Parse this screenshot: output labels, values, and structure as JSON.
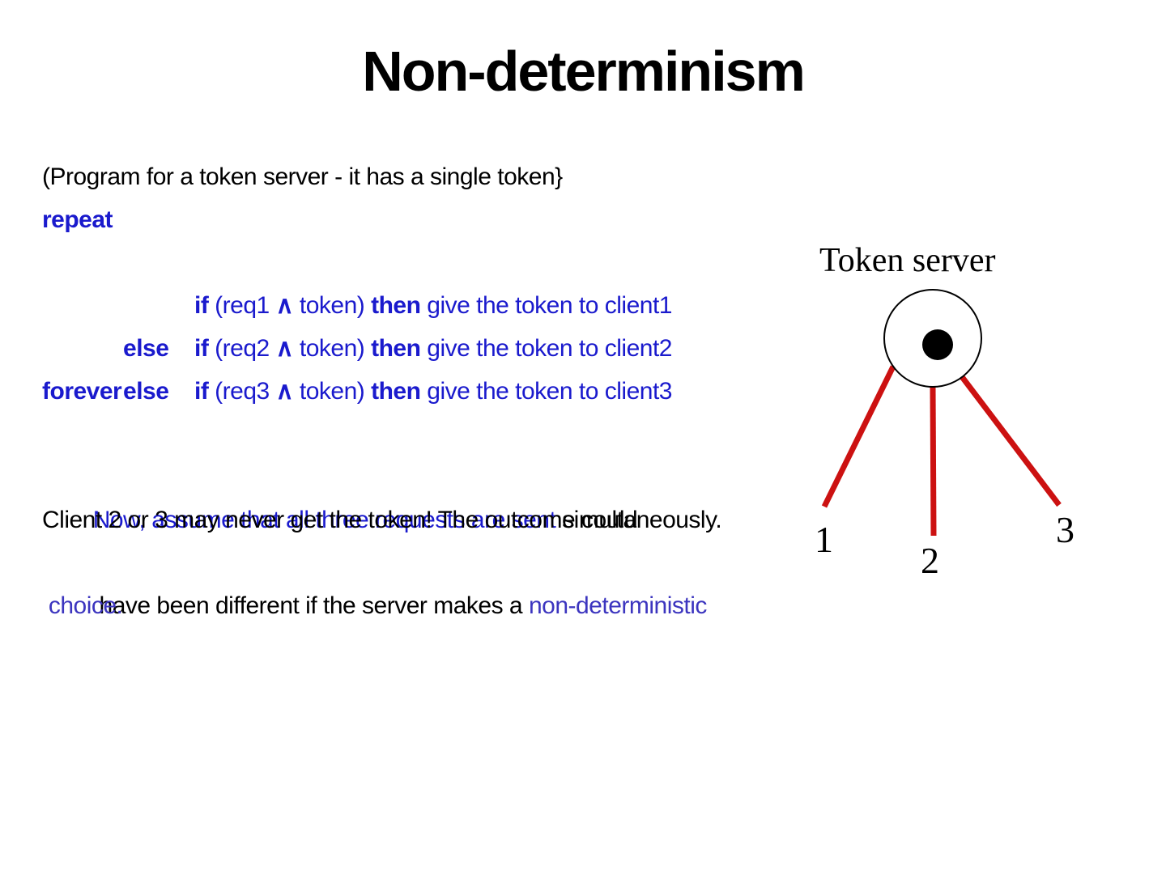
{
  "title": "Non-determinism",
  "program": {
    "comment": "(Program for a token server - it has a single token}",
    "repeat_kw": "repeat",
    "if_lines": [
      {
        "else_kw": "",
        "if_kw": "if",
        "cond_pre": " (req1 ",
        "and_sym": "∧",
        "cond_post": " token) ",
        "then_kw": "then",
        "action": " give the token to client1"
      },
      {
        "else_kw": "else",
        "if_kw": "if",
        "cond_pre": " (req2 ",
        "and_sym": "∧",
        "cond_post": " token) ",
        "then_kw": "then",
        "action": " give the token to client2"
      },
      {
        "else_kw": "else",
        "if_kw": "if",
        "cond_pre": " (req3 ",
        "and_sym": "∧",
        "cond_post": " token) ",
        "then_kw": "then",
        "action": " give the token to client3"
      }
    ],
    "forever_kw": "forever"
  },
  "narrative": {
    "line1_blue": "Now, assume that all three requests are sent ",
    "line1_black": "simultaneously.",
    "line2": "Client 2 or 3 may never get the token! The outcome could",
    "line3_black": " have been different if the server makes a ",
    "line3_accent": "non-deterministic",
    "line4_accent": " choice."
  },
  "diagram": {
    "label": "Token server",
    "clients": [
      "1",
      "2",
      "3"
    ]
  },
  "colors": {
    "code_blue": "#1a1acd",
    "accent_purple": "#3c35bf",
    "link_red": "#cc1111",
    "text_black": "#000000",
    "background": "#ffffff"
  }
}
